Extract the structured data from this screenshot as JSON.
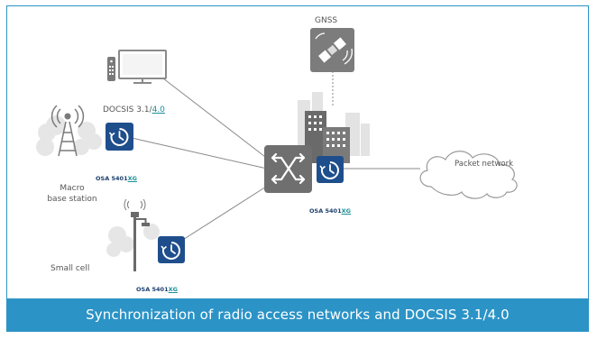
{
  "labels": {
    "gnss": "GNSS",
    "docsis_prefix": "DOCSIS 3.1/",
    "docsis_version": "4.0",
    "macro_line1": "Macro",
    "macro_line2": "base station",
    "small_cell": "Small cell",
    "packet_network": "Packet network"
  },
  "products": {
    "macro": {
      "name": "OSA 5401",
      "suffix": "XG"
    },
    "center": {
      "name": "OSA 5401",
      "suffix": "XG"
    },
    "small_cell": {
      "name": "OSA 5401",
      "suffix": "XG"
    }
  },
  "caption": "Synchronization of radio access networks and DOCSIS 3.1/4.0",
  "colors": {
    "frame": "#2b93c6",
    "caption_bg": "#2b93c6",
    "device_blue": "#1f4e8c",
    "switch_gray": "#6f6f6f",
    "gnss_gray": "#7c7c7c",
    "accent_teal": "#1a8f95",
    "line": "#8a8a8a"
  },
  "icons": [
    "tv-icon",
    "remote-control-icon",
    "gnss-satellite-icon",
    "clock-sync-icon",
    "network-switch-icon",
    "building-icon",
    "radio-tower-icon",
    "small-cell-pole-icon",
    "cloud-icon"
  ]
}
